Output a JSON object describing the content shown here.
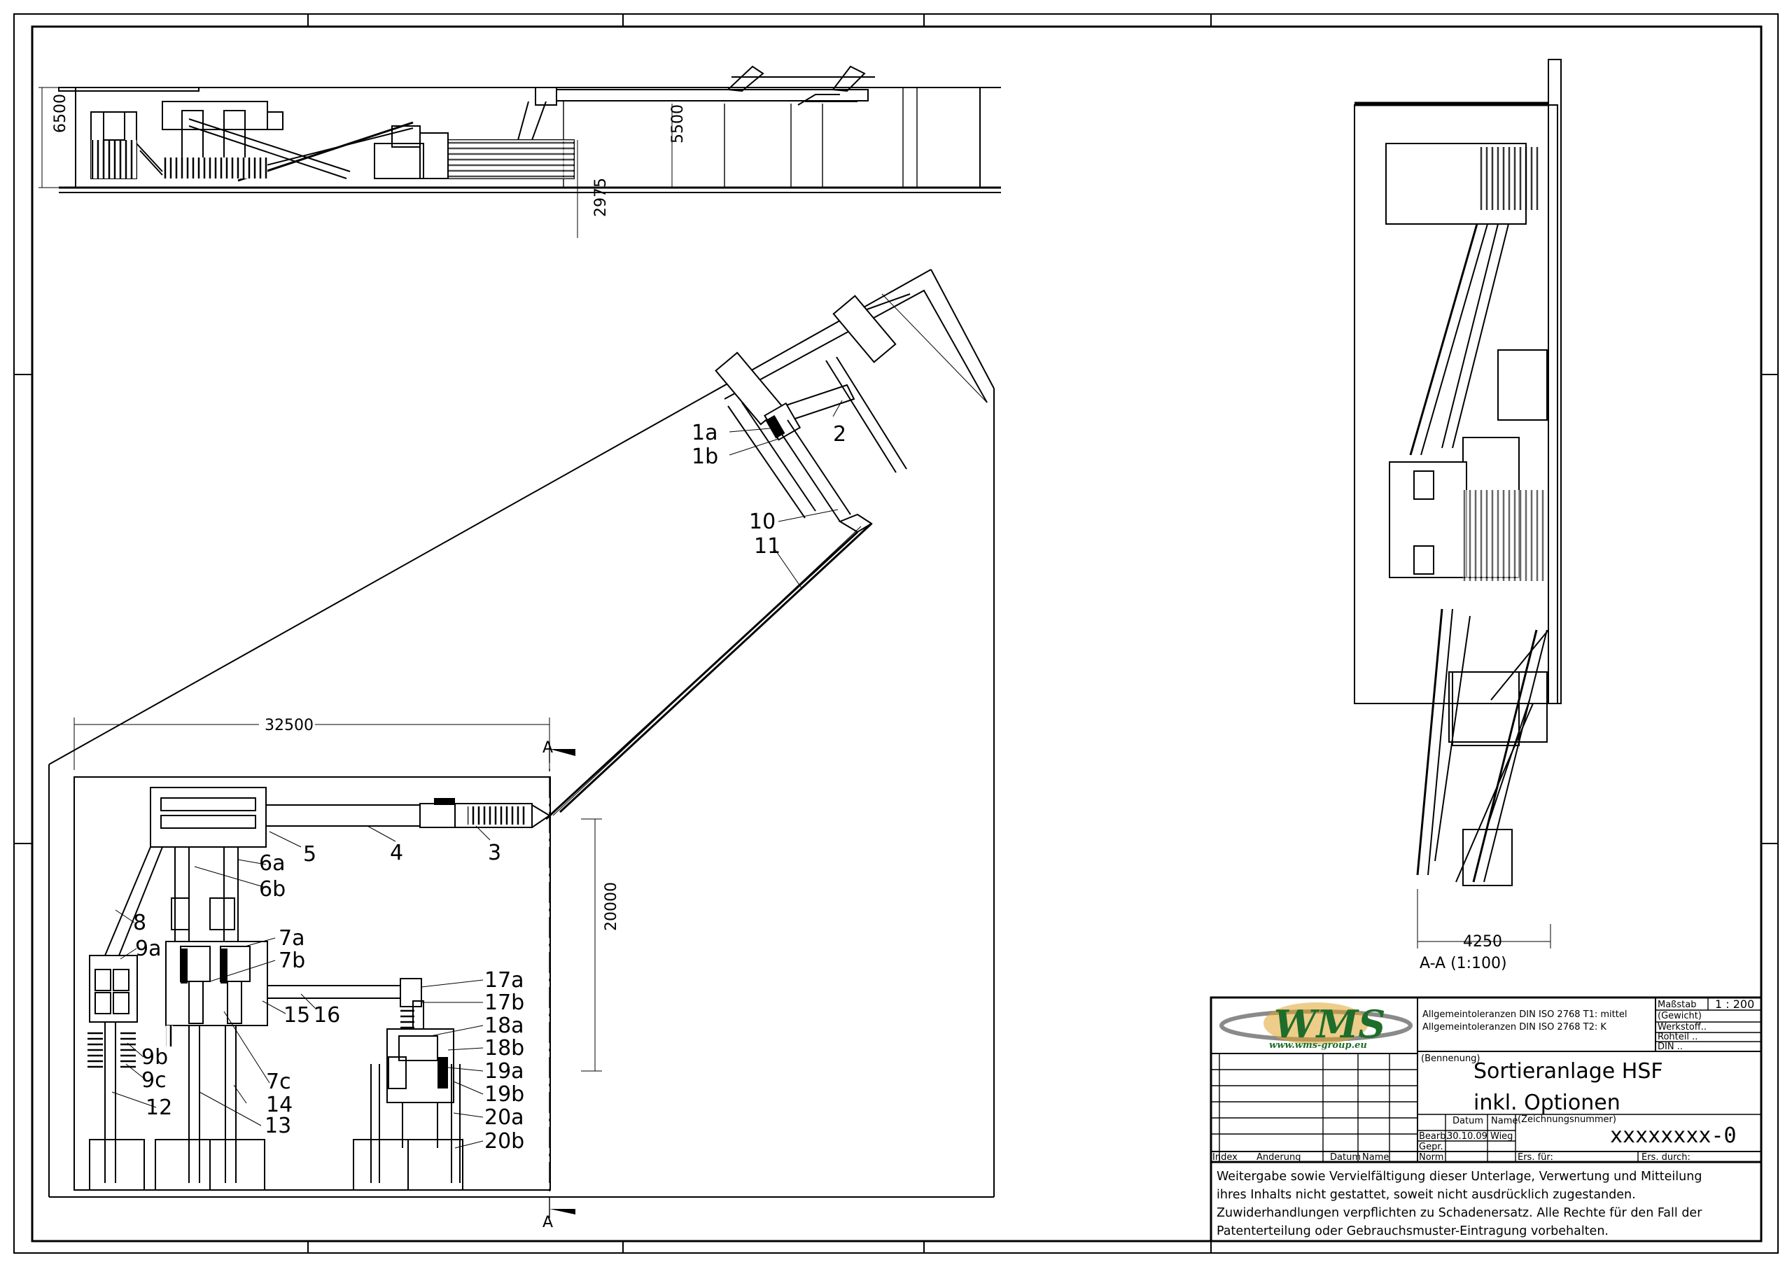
{
  "colors": {
    "line": "#000000",
    "background": "#ffffff",
    "logo_green": "#1f6d2a",
    "logo_gold": "#e0a42a",
    "logo_swoosh": "#8a8a8a"
  },
  "labels": {
    "l1a": "1a",
    "l1b": "1b",
    "l2": "2",
    "l3": "3",
    "l4": "4",
    "l5": "5",
    "l6a": "6a",
    "l6b": "6b",
    "l7a": "7a",
    "l7b": "7b",
    "l7c": "7c",
    "l8": "8",
    "l9a": "9a",
    "l9b": "9b",
    "l9c": "9c",
    "l10": "10",
    "l11": "11",
    "l12": "12",
    "l13": "13",
    "l14": "14",
    "l15": "15",
    "l16": "16",
    "l17a": "17a",
    "l17b": "17b",
    "l18a": "18a",
    "l18b": "18b",
    "l19a": "19a",
    "l19b": "19b",
    "l20a": "20a",
    "l20b": "20b"
  },
  "dimensions": {
    "elev_height": "6500",
    "elev_conv_height": "5500",
    "elev_low": "2975",
    "plan_width": "32500",
    "plan_depth": "20000",
    "section_width": "4250"
  },
  "section": {
    "marker": "A",
    "title": "A-A (1:100)"
  },
  "title_block": {
    "logo_text": "WMS",
    "logo_url": "www.wms-group.eu",
    "tolerance_1": "Allgemeintoleranzen DIN ISO 2768 T1:  mittel",
    "tolerance_2": "Allgemeintoleranzen DIN ISO 2768 T2:  K",
    "scale_label": "Maßstab",
    "scale_value": "1 : 200",
    "weight_label": "(Gewicht)",
    "material_label": "Werkstoff..",
    "raw_label": "Rohteil ..",
    "din_label": "DIN ..",
    "name_label": "(Bennenung)",
    "title_line1": "Sortieranlage HSF",
    "title_line2": "inkl. Optionen",
    "col_datum": "Datum",
    "col_name": "Name",
    "drawing_no_label": "(Zeichnungsnummer)",
    "bearb_label": "Bearb.",
    "bearb_date": "30.10.09",
    "bearb_name": "Wieg",
    "gepr_label": "Gepr.",
    "norm_label": "Norm",
    "drawing_no": "xxxxxxxx-0",
    "rev_index": "Index",
    "rev_change": "Änderung",
    "rev_date": "Datum",
    "rev_name": "Name",
    "replace_for": "Ers. für:",
    "replace_by": "Ers. durch:",
    "note_1": "Weitergabe sowie Vervielfältigung dieser Unterlage, Verwertung und Mitteilung",
    "note_2": "ihres Inhalts nicht gestattet, soweit nicht ausdrücklich zugestanden.",
    "note_3": "Zuwiderhandlungen verpflichten zu Schadenersatz. Alle Rechte für den Fall der",
    "note_4": "Patenterteilung oder Gebrauchsmuster-Eintragung vorbehalten."
  }
}
